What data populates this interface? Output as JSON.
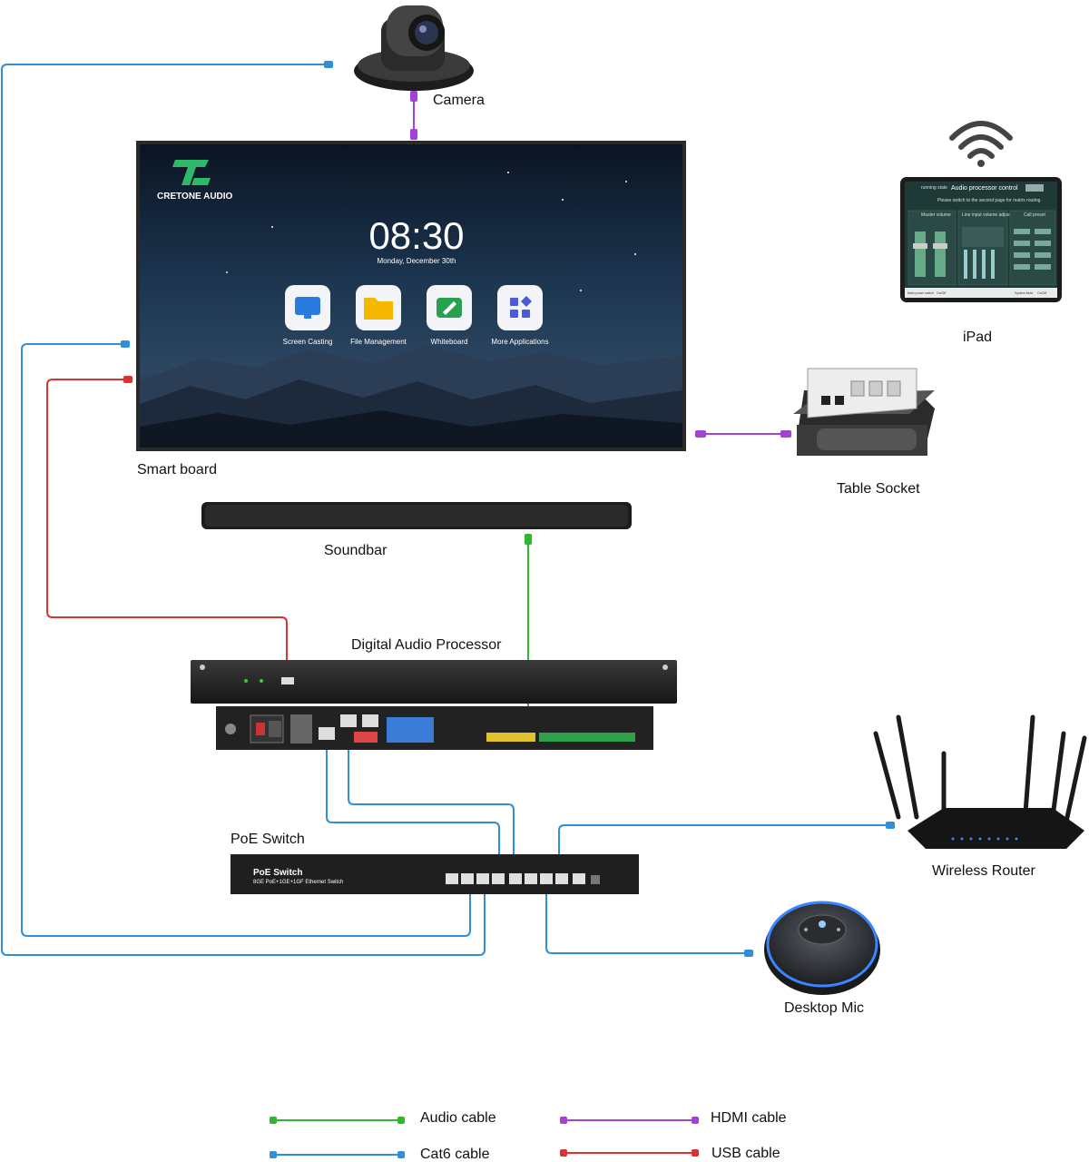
{
  "labels": {
    "camera": "Camera",
    "smart_board": "Smart board",
    "ipad": "iPad",
    "table_socket": "Table Socket",
    "soundbar": "Soundbar",
    "processor": "Digital Audio Processor",
    "poe_switch": "PoE Switch",
    "router": "Wireless Router",
    "desktop_mic": "Desktop Mic"
  },
  "smart_board_screen": {
    "brand": "CRETONE AUDIO",
    "time": "08:30",
    "date": "Monday, December 30th",
    "apps": [
      "Screen Casting",
      "File Management",
      "Whiteboard",
      "More Applications"
    ]
  },
  "ipad_screen": {
    "header_left": "running state",
    "title": "Audio processor control",
    "subtitle": "Please switch to the second page for matrix routing",
    "panels": [
      "Master volume",
      "Line input volume adjust",
      "Call preset"
    ],
    "footer_left": "Main power switch",
    "footer_right": "System Mute",
    "toggle": "On/Off"
  },
  "poe_device": {
    "name": "PoE Switch",
    "spec": "8GE PoE+1GE+1GF Ethernet Switch"
  },
  "legend": [
    {
      "label": "Audio cable",
      "color": "#2fb82f"
    },
    {
      "label": "HDMI cable",
      "color": "#a243d6"
    },
    {
      "label": "Cat6 cable",
      "color": "#2f8fd8"
    },
    {
      "label": "USB cable",
      "color": "#dc3232"
    }
  ],
  "colors": {
    "audio": "#2fb82f",
    "hdmi": "#a243d6",
    "cat6": "#2f8fd8",
    "usb": "#dc3232"
  }
}
